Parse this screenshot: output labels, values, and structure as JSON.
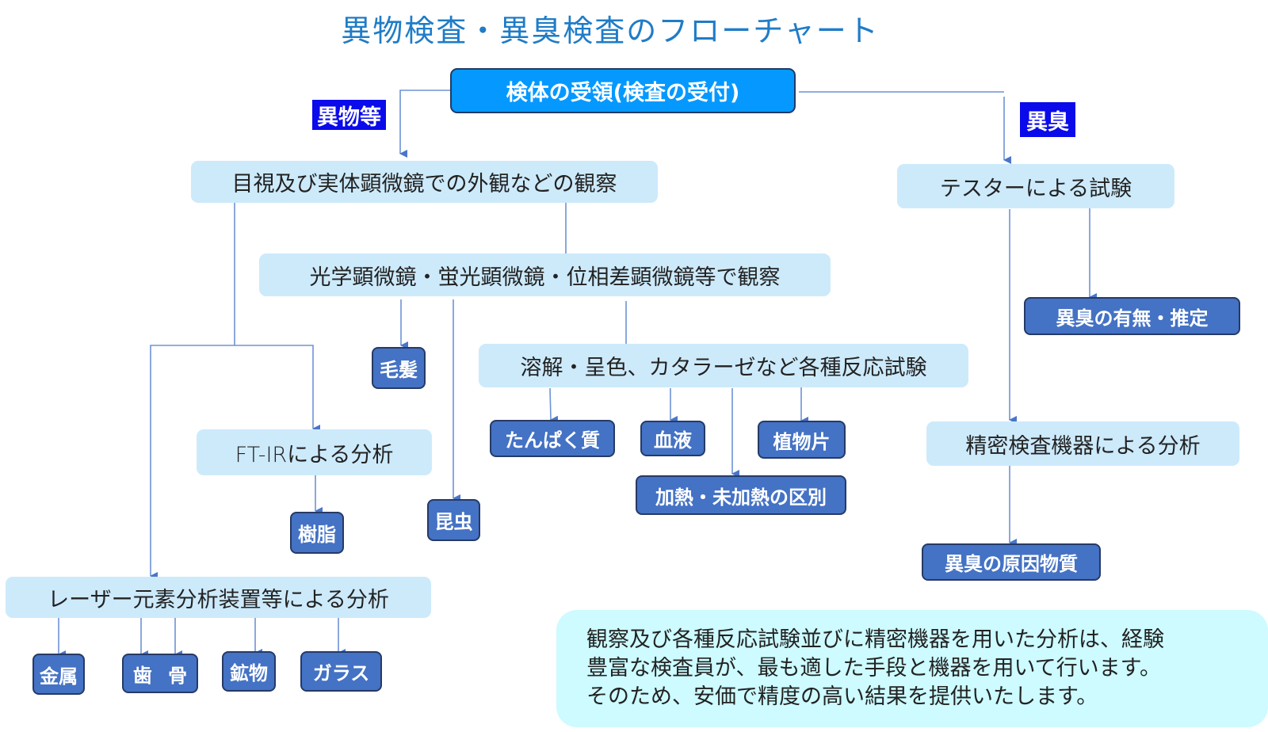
{
  "title": "異物検査・異臭検査のフローチャート",
  "branch_labels": {
    "foreign": "異物等",
    "odor": "異臭"
  },
  "nodes": {
    "receipt": "検体の受領(検査の受付)",
    "visual": "目視及び実体顕微鏡での外観などの観察",
    "microscope": "光学顕微鏡・蛍光顕微鏡・位相差顕微鏡等で観察",
    "reaction": "溶解・呈色、カタラーゼなど各種反応試験",
    "ftir": "FT-IRによる分析",
    "laser": "レーザー元素分析装置等による分析",
    "tester": "テスターによる試験",
    "precision": "精密検査機器による分析"
  },
  "results": {
    "hair": "毛髪",
    "insect": "昆虫",
    "resin": "樹脂",
    "protein": "たんぱく質",
    "blood": "血液",
    "plant": "植物片",
    "heating": "加熱・未加熱の区別",
    "metal": "金属",
    "tooth_bone": "歯 骨",
    "mineral": "鉱物",
    "glass": "ガラス",
    "odor_presence": "異臭の有無・推定",
    "odor_cause": "異臭の原因物質"
  },
  "note": {
    "lines": [
      "観察及び各種反応試験並びに精密機器を用いた分析は、経験",
      "豊富な検査員が、最も適した手段と機器を用いて行います。",
      "そのため、安価で精度の高い結果を提供いたします。"
    ]
  },
  "colors": {
    "title": "#1f7cc7",
    "start_fill": "#0599ff",
    "process_fill": "#cdeafb",
    "result_fill": "#4472c4",
    "tag_fill": "#0a0aeb",
    "note_fill": "#cdfbff",
    "connector": "#4a76c8"
  }
}
